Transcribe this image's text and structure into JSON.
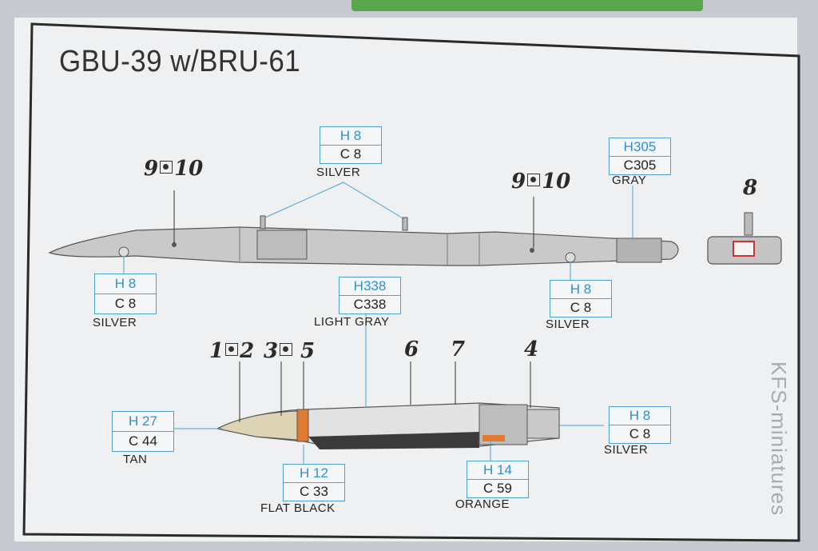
{
  "title": "GBU-39 w/BRU-61",
  "colors": {
    "humbrol_code_color": "#2f8fcf",
    "box_border": "#4aa3d0",
    "silver": "#c8c8c8",
    "gray": "#a0a0a0",
    "light_gray": "#d8d8d8",
    "tan": "#d8c7a0",
    "flat_black": "#3a3a3a",
    "orange": "#e07a30"
  },
  "upper_callouts": {
    "top_center": {
      "h": "H 8",
      "c": "C 8",
      "name": "SILVER"
    },
    "top_right": {
      "h": "H305",
      "c": "C305",
      "name": "GRAY"
    },
    "bottom_left": {
      "h": "H 8",
      "c": "C 8",
      "name": "SILVER"
    },
    "bottom_center": {
      "h": "H338",
      "c": "C338",
      "name": "LIGHT GRAY"
    },
    "bottom_right": {
      "h": "H 8",
      "c": "C 8",
      "name": "SILVER"
    }
  },
  "lower_callouts": {
    "left": {
      "h": "H 27",
      "c": "C 44",
      "name": "TAN"
    },
    "bottom_left": {
      "h": "H 12",
      "c": "C 33",
      "name": "FLAT BLACK"
    },
    "bottom_right": {
      "h": "H 14",
      "c": "C 59",
      "name": "ORANGE"
    },
    "right": {
      "h": "H 8",
      "c": "C 8",
      "name": "SILVER"
    }
  },
  "part_numbers": {
    "rack_left_a": "9",
    "rack_left_b": "10",
    "rack_right_a": "9",
    "rack_right_b": "10",
    "end_view": "8",
    "bomb_1": "1",
    "bomb_2": "2",
    "bomb_3": "3",
    "bomb_5": "5",
    "bomb_6": "6",
    "bomb_7": "7",
    "bomb_4": "4"
  },
  "watermark": "KFS-miniatures"
}
